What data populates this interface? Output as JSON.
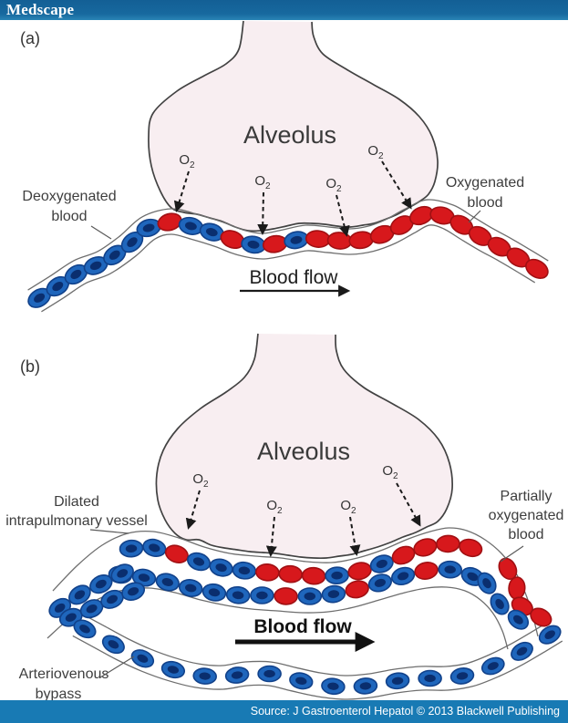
{
  "header": {
    "logo": "Medscape"
  },
  "footer": {
    "source": "Source: J Gastroenterol Hepatol © 2013 Blackwell Publishing"
  },
  "shared": {
    "o2_main": "O",
    "o2_sub": "2"
  },
  "panel_a": {
    "index_label": "(a)",
    "alveolus_label": "Alveolus",
    "left_label_line1": "Deoxygenated",
    "left_label_line2": "blood",
    "right_label_line1": "Oxygenated",
    "right_label_line2": "blood",
    "blood_flow_label": "Blood flow",
    "cell_sequence": "BBBBBBBRBBRBRBRRRRRRRRRRRR"
  },
  "panel_b": {
    "index_label": "(b)",
    "alveolus_label": "Alveolus",
    "left_label_line1": "Dilated",
    "left_label_line2": "intrapulmonary vessel",
    "right_label_line1": "Partially",
    "right_label_line2": "oxygenated",
    "right_label_line3": "blood",
    "bypass_label_line1": "Arteriovenous",
    "bypass_label_line2": "bypass",
    "blood_flow_label": "Blood flow",
    "top_row_sequence": "BBRBBBRRRBRBRRRR",
    "mid_row_sequence": "BBBBBBBRBBRBBRBB",
    "left_cluster1_sequence": "BBBB",
    "left_cluster2_sequence": "BBBB",
    "right_outer_sequence": "RRRR",
    "right_inner_sequence": "BBB",
    "bypass_sequence": "BBBBBBBBBBBBBBBB"
  },
  "colors": {
    "header_bar": "#15679D",
    "footer_bar": "#187AB4",
    "alveolus_fill": "#F8EEF1",
    "alveolus_outline": "#424242",
    "vessel_wall": "#6E6E6E",
    "deoxygenated_fill": "#1F66BC",
    "deoxygenated_core": "#0A2E6E",
    "deoxygenated_stroke": "#11418A",
    "oxygenated_fill": "#D7181C",
    "oxygenated_stroke": "#A11013",
    "text": "#3E3E3E"
  }
}
